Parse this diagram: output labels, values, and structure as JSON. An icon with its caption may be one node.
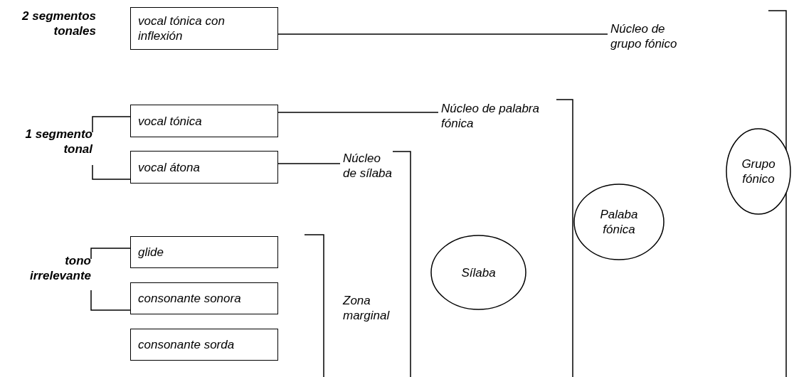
{
  "diagram": {
    "nodes": [
      {
        "text": [
          "vocal tónica con inflexión"
        ]
      },
      {
        "text": [
          "Núcleo de grupo fónico"
        ]
      },
      {
        "text": [
          "Grupo fónico"
        ]
      },
      {
        "text": [
          "1 segmento tonal"
        ]
      },
      {
        "text": [
          "vocal tónica"
        ]
      },
      {
        "text": [
          "Núcleo de palabra fónica"
        ]
      },
      {
        "text": [
          "Palaba fónica"
        ]
      },
      {
        "text": [
          "vocal átona"
        ]
      },
      {
        "text": [
          "Núcleo de sílaba"
        ]
      },
      {
        "text": [
          "Sílaba"
        ]
      },
      {
        "text": [
          "tono irrelevante"
        ]
      },
      {
        "text": [
          "glide"
        ]
      },
      {
        "text": [
          "consonante sonora"
        ]
      },
      {
        "text": [
          "consonante sorda"
        ]
      }
    ],
    "edges": [
      {
        "from": 0,
        "to": 1,
        "arrow": "none"
      },
      {
        "from": 3,
        "to": 4,
        "arrow": "none"
      },
      {
        "from": 4,
        "to": 5,
        "arrow": "none"
      },
      {
        "from": 3,
        "to": 7,
        "arrow": "none"
      },
      {
        "from": 7,
        "to": 8,
        "arrow": "none"
      },
      {
        "from": 10,
        "to": 11,
        "arrow": "none"
      },
      {
        "from": 10,
        "to": 12,
        "arrow": "none"
      }
    ],
    "labels": [
      "2 segmentos tonales",
      "Zona marginal"
    ]
  }
}
